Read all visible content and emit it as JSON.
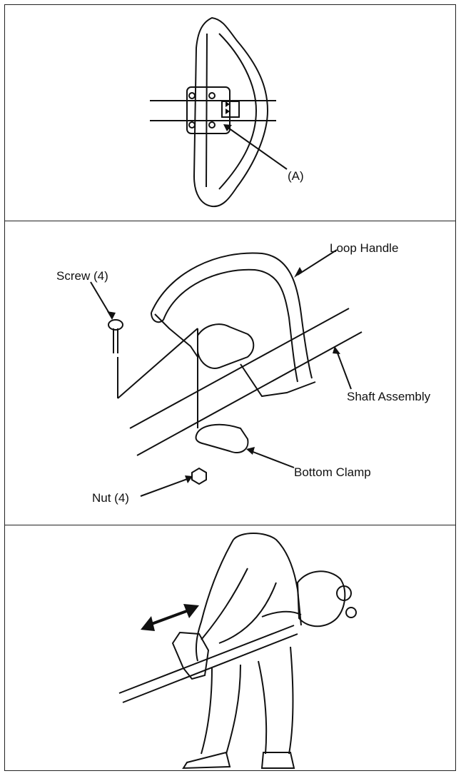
{
  "panels": {
    "top": {
      "label_a": "(A)"
    },
    "middle": {
      "loop_handle": "Loop Handle",
      "screw": "Screw (4)",
      "shaft_assembly": "Shaft Assembly",
      "bottom_clamp": "Bottom Clamp",
      "nut": "Nut (4)"
    }
  },
  "colors": {
    "line": "#111111",
    "background": "#ffffff",
    "border": "#222222"
  },
  "icons": [
    "loop-handle-front-view",
    "loop-handle-assembly",
    "operator-with-trimmer",
    "double-arrow-icon"
  ]
}
